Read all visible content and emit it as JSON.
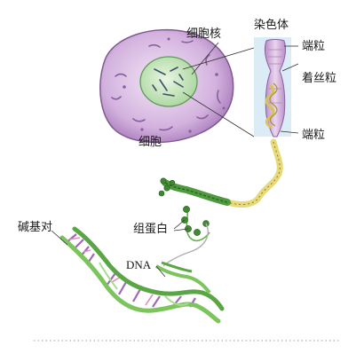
{
  "labels": {
    "nucleus": "细胞核",
    "chromosome": "染色体",
    "telomere_top": "端粒",
    "centromere": "着丝粒",
    "telomere_bottom": "端粒",
    "cell": "细胞",
    "histone": "组蛋白",
    "base_pair": "碱基对",
    "dna": "DNA"
  },
  "colors": {
    "cell_fill": "#c9a3d6",
    "cell_outline": "#7e5a91",
    "nucleus_fill": "#bfe3b8",
    "nucleus_outline": "#5e9a5a",
    "chromosome_fill": "#d8b3df",
    "chromosome_band": "#cfe6f4",
    "chromatin_yellow": "#e7da7a",
    "fiber_green": "#4f9a3e",
    "dna_green": "#7cc45c",
    "dna_purple": "#a167b8",
    "leader_line": "#333333",
    "dotted_rule": "#999999"
  },
  "icons": {
    "cell": "cell-illustration",
    "chromosome": "chromosome-illustration",
    "chromatin": "chromatin-coil-illustration",
    "histone": "nucleosome-beads",
    "dna": "double-helix"
  }
}
